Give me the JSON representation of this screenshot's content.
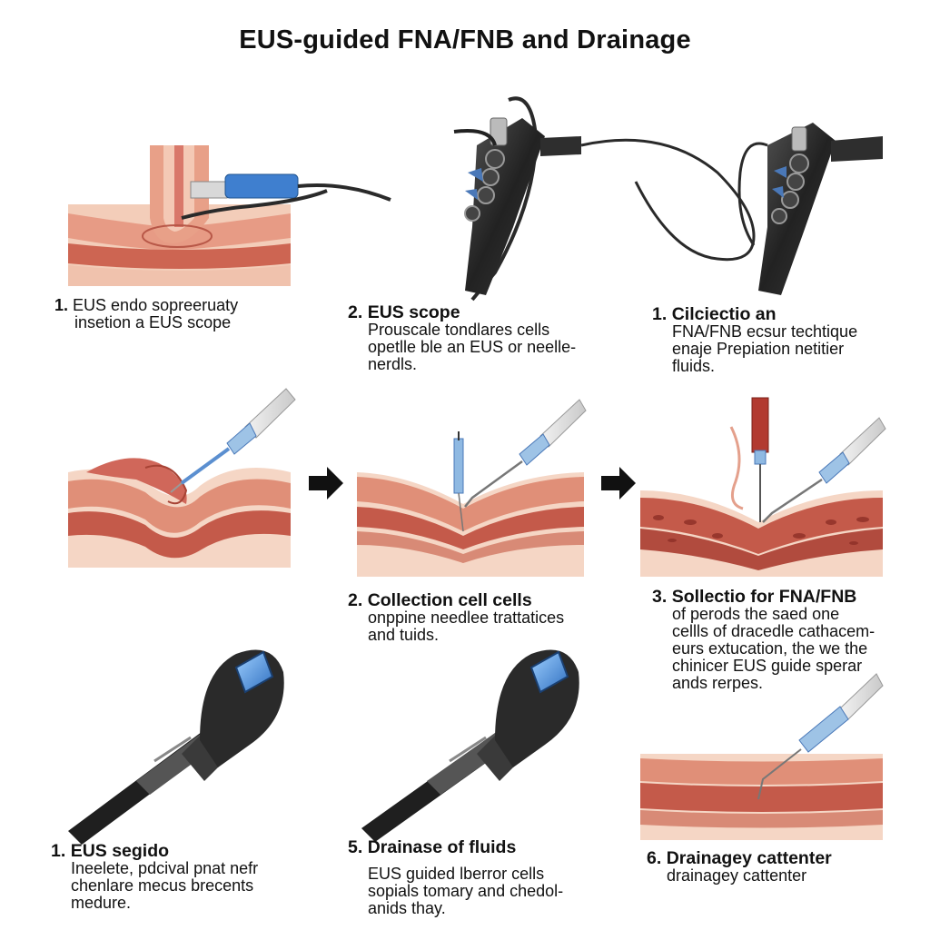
{
  "title": "EUS-guided FNA/FNB and Drainage",
  "steps": [
    {
      "num": "1.",
      "heading": "EUS endo sopreeruaty",
      "lines": [
        "insetion a EUS scope"
      ]
    },
    {
      "num": "2.",
      "heading": "EUS scope",
      "lines": [
        "Prouscale tondlares cells",
        "opetlle ble an EUS or neelle-",
        "nerdls."
      ]
    },
    {
      "num": "1.",
      "heading": "Cilciectio an",
      "lines": [
        "FNA/FNB ecsur techtique",
        "enaje Prepiation netitier",
        "fluids."
      ]
    },
    {
      "num": "2.",
      "heading": "Collection cell cells",
      "lines": [
        "onppine needlee trattatices",
        "and tuids."
      ]
    },
    {
      "num": "3.",
      "heading": "Sollectio for FNA/FNB",
      "lines": [
        "of perods the saed one",
        "cellls of dracedle cathacem-",
        "eurs extucation, the we the",
        "chinicer EUS guide sperar",
        "ands rerpes."
      ]
    },
    {
      "num": "1.",
      "heading": "EUS segido",
      "lines": [
        "Ineelete, pdcival pnat nefr",
        "chenlare mecus brecents",
        "medure."
      ]
    },
    {
      "num": "5.",
      "heading": "Drainase of fluids",
      "lines": [
        "EUS guided lberror cells",
        "sopials tomary and chedol-",
        "anids thay."
      ]
    },
    {
      "num": "6.",
      "heading": "Drainagey cattenter",
      "lines": [
        "drainagey cattenter"
      ]
    }
  ],
  "colors": {
    "tissue_light": "#f2c9b3",
    "tissue_mid": "#e08f78",
    "tissue_dark": "#c45a4a",
    "scope_black": "#2b2b2b",
    "needle_blue": "#5b8fd0",
    "arrow": "#111111"
  }
}
